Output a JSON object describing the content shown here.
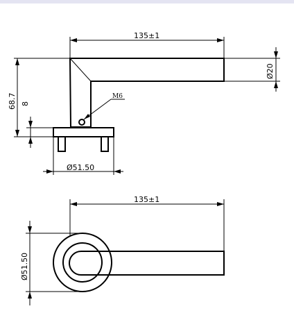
{
  "dimensions": {
    "top_length": "135±1",
    "bottom_length": "135±1",
    "tube_diameter": "Ø20",
    "overall_height": "68.7",
    "rose_height": "8",
    "rose_diameter_side": "Ø51.50",
    "rose_diameter_plan": "Ø51.50",
    "screw_label": "M6"
  }
}
